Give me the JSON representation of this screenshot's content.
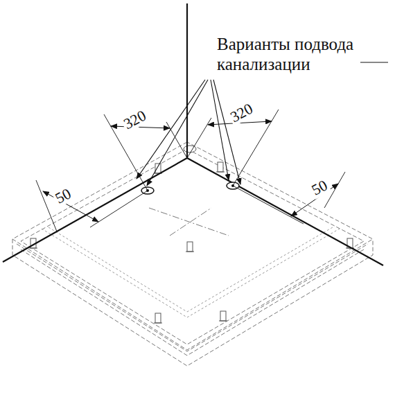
{
  "diagram": {
    "labels": [
      "Варианты подвода канализации",
      "320",
      "320",
      "50",
      "50"
    ]
  }
}
